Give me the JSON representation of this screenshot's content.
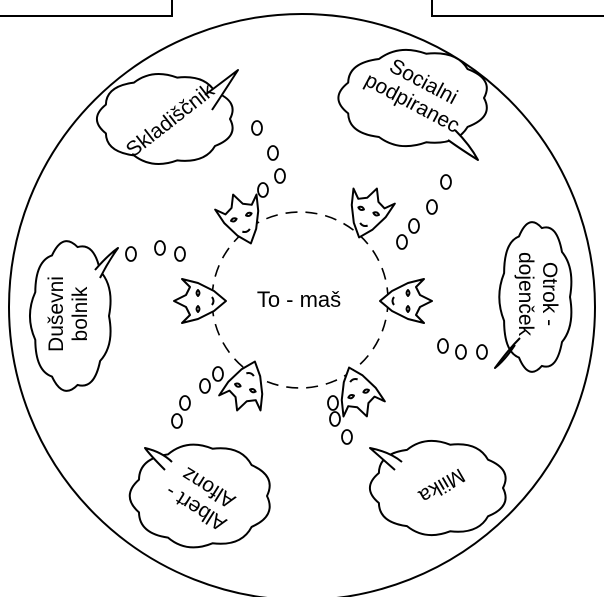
{
  "diagram": {
    "center_label": "To - maš",
    "stroke_color": "#000000",
    "background_color": "#ffffff",
    "roles": [
      {
        "id": "skladiscnik",
        "lines": [
          "Skladiščnik"
        ]
      },
      {
        "id": "socialni-podpiranec",
        "lines": [
          "Socialni",
          "podpiranec"
        ]
      },
      {
        "id": "otrok-dojencek",
        "lines": [
          "Otrok -",
          "dojenček"
        ]
      },
      {
        "id": "miika",
        "lines": [
          "Miika"
        ]
      },
      {
        "id": "albert-alfonz",
        "lines": [
          "Albert -",
          "Alfonz"
        ]
      },
      {
        "id": "dusevni-bolnik",
        "lines": [
          "Duševni",
          "bolnik"
        ]
      }
    ]
  }
}
